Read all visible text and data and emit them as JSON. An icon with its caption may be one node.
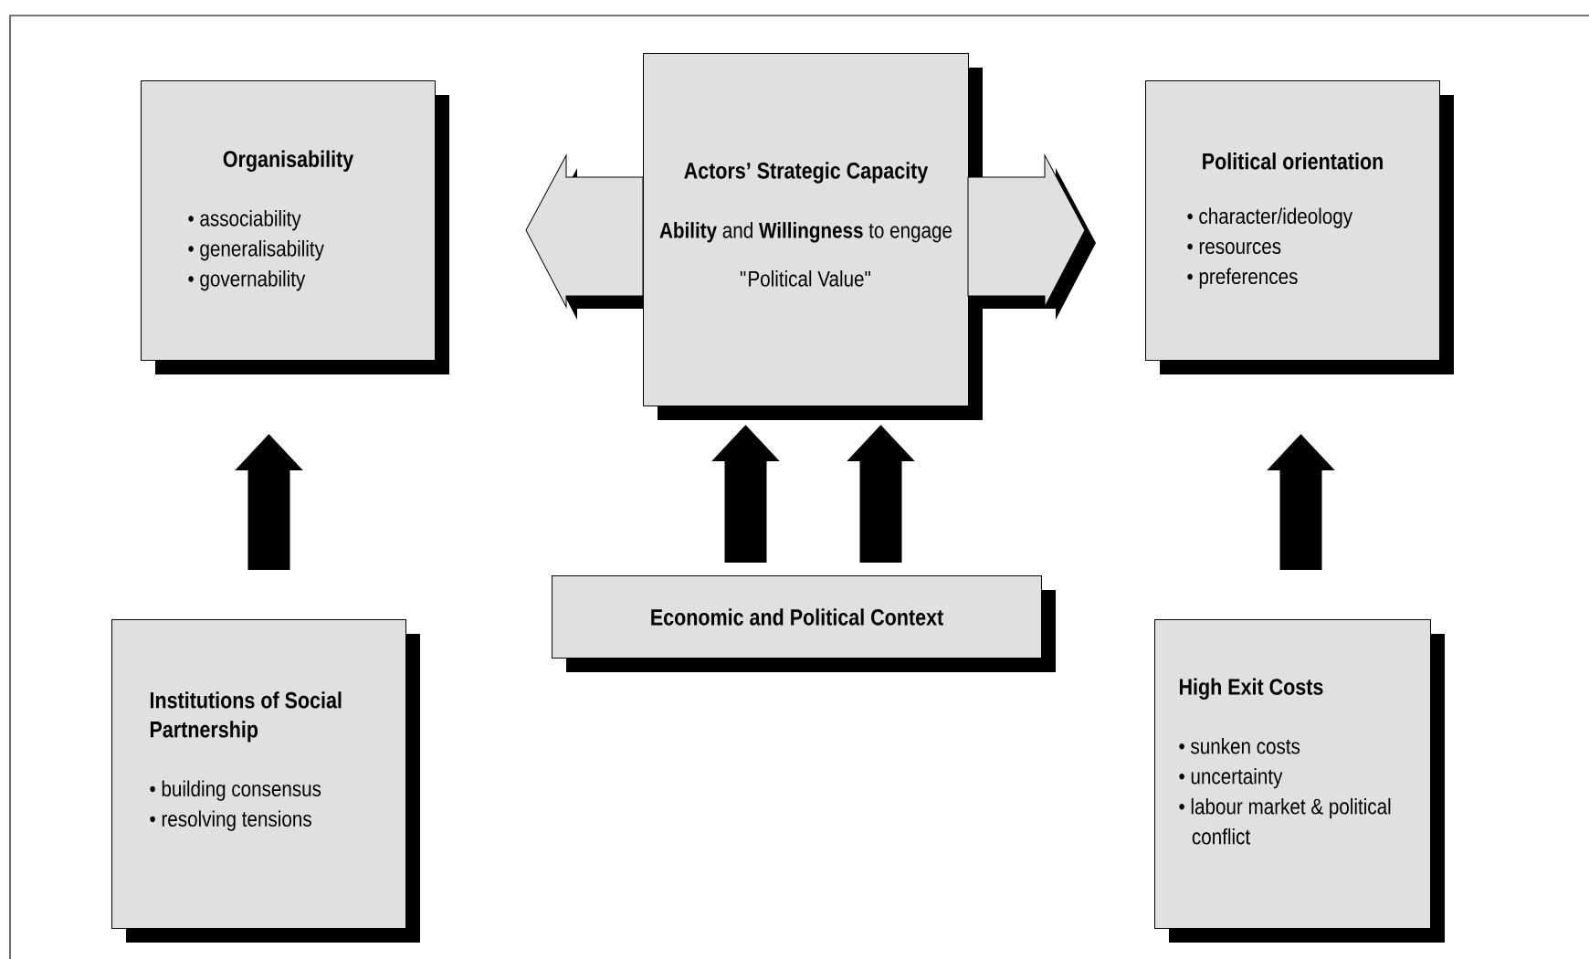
{
  "diagram": {
    "nodes": [
      {
        "text": [
          "Organisability",
          "• associability",
          "• generalisability",
          "• governability"
        ]
      },
      {
        "text": [
          "Actors’ Strategic Capacity",
          "**Ability** and **Willingness** to engage",
          "\"Political Value\""
        ]
      },
      {
        "text": [
          "Political orientation",
          "• character/ideology",
          "• resources",
          "• preferences"
        ]
      },
      {
        "text": [
          "Institutions of Social Partnership",
          "• building consensus",
          "• resolving tensions"
        ]
      },
      {
        "text": [
          "Economic and Political Context"
        ]
      },
      {
        "text": [
          "High Exit Costs",
          "• sunken costs",
          "• uncertainty",
          "• labour market & political conflict"
        ]
      }
    ],
    "edges": [
      {
        "from": 1,
        "to": 0,
        "arrow": "to"
      },
      {
        "from": 1,
        "to": 2,
        "arrow": "to"
      },
      {
        "from": 3,
        "to": 0,
        "arrow": "to"
      },
      {
        "from": 4,
        "to": 1,
        "arrow": "to"
      },
      {
        "from": 4,
        "to": 1,
        "arrow": "to"
      },
      {
        "from": 5,
        "to": 2,
        "arrow": "to"
      }
    ]
  }
}
